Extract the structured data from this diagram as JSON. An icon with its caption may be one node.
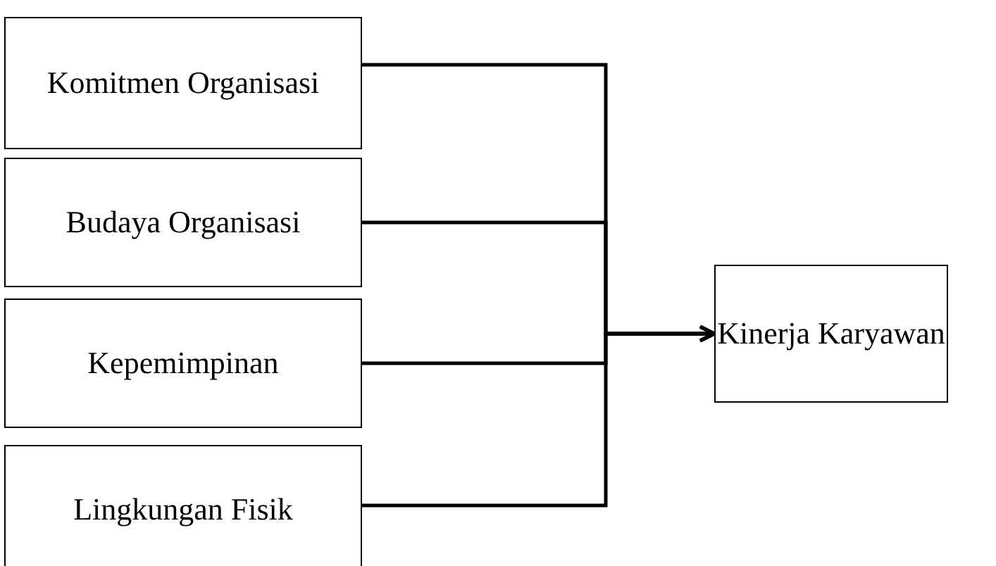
{
  "diagram": {
    "nodes": [
      {
        "text": [
          "Komitmen Organisasi"
        ]
      },
      {
        "text": [
          "Budaya Organisasi"
        ]
      },
      {
        "text": [
          "Kepemimpinan"
        ]
      },
      {
        "text": [
          "Lingkungan Fisik"
        ]
      },
      {
        "text": [
          "Kinerja Karyawan"
        ]
      }
    ],
    "edges": [
      {
        "from": 0,
        "to": 4,
        "arrow": "to"
      },
      {
        "from": 1,
        "to": 4,
        "arrow": "to"
      },
      {
        "from": 2,
        "to": 4,
        "arrow": "to"
      },
      {
        "from": 3,
        "to": 4,
        "arrow": "to"
      }
    ]
  }
}
